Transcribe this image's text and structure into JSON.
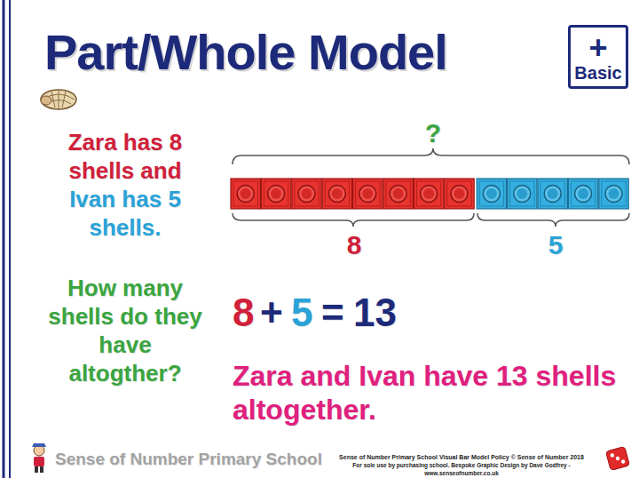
{
  "diagram": {
    "title": "Part/Whole Model",
    "nodes": [
      {
        "text": [
          "+",
          "Basic"
        ]
      }
    ],
    "labels": [
      "Zara has 8 shells and",
      "Ivan has 5 shells.",
      "How many shells do they have altogther?",
      "?",
      "8",
      "5",
      "8",
      "+",
      "5",
      "=",
      "13",
      "Zara and Ivan have 13 shells altogether.",
      "Sense of Number Primary School",
      "Sense of Number Primary School Visual Bar Model Policy © Sense of Number 2018",
      "For sole use by purchasing school. Bespoke Graphic Design by Dave Godfrey - www.senseofnumber.co.uk"
    ]
  }
}
